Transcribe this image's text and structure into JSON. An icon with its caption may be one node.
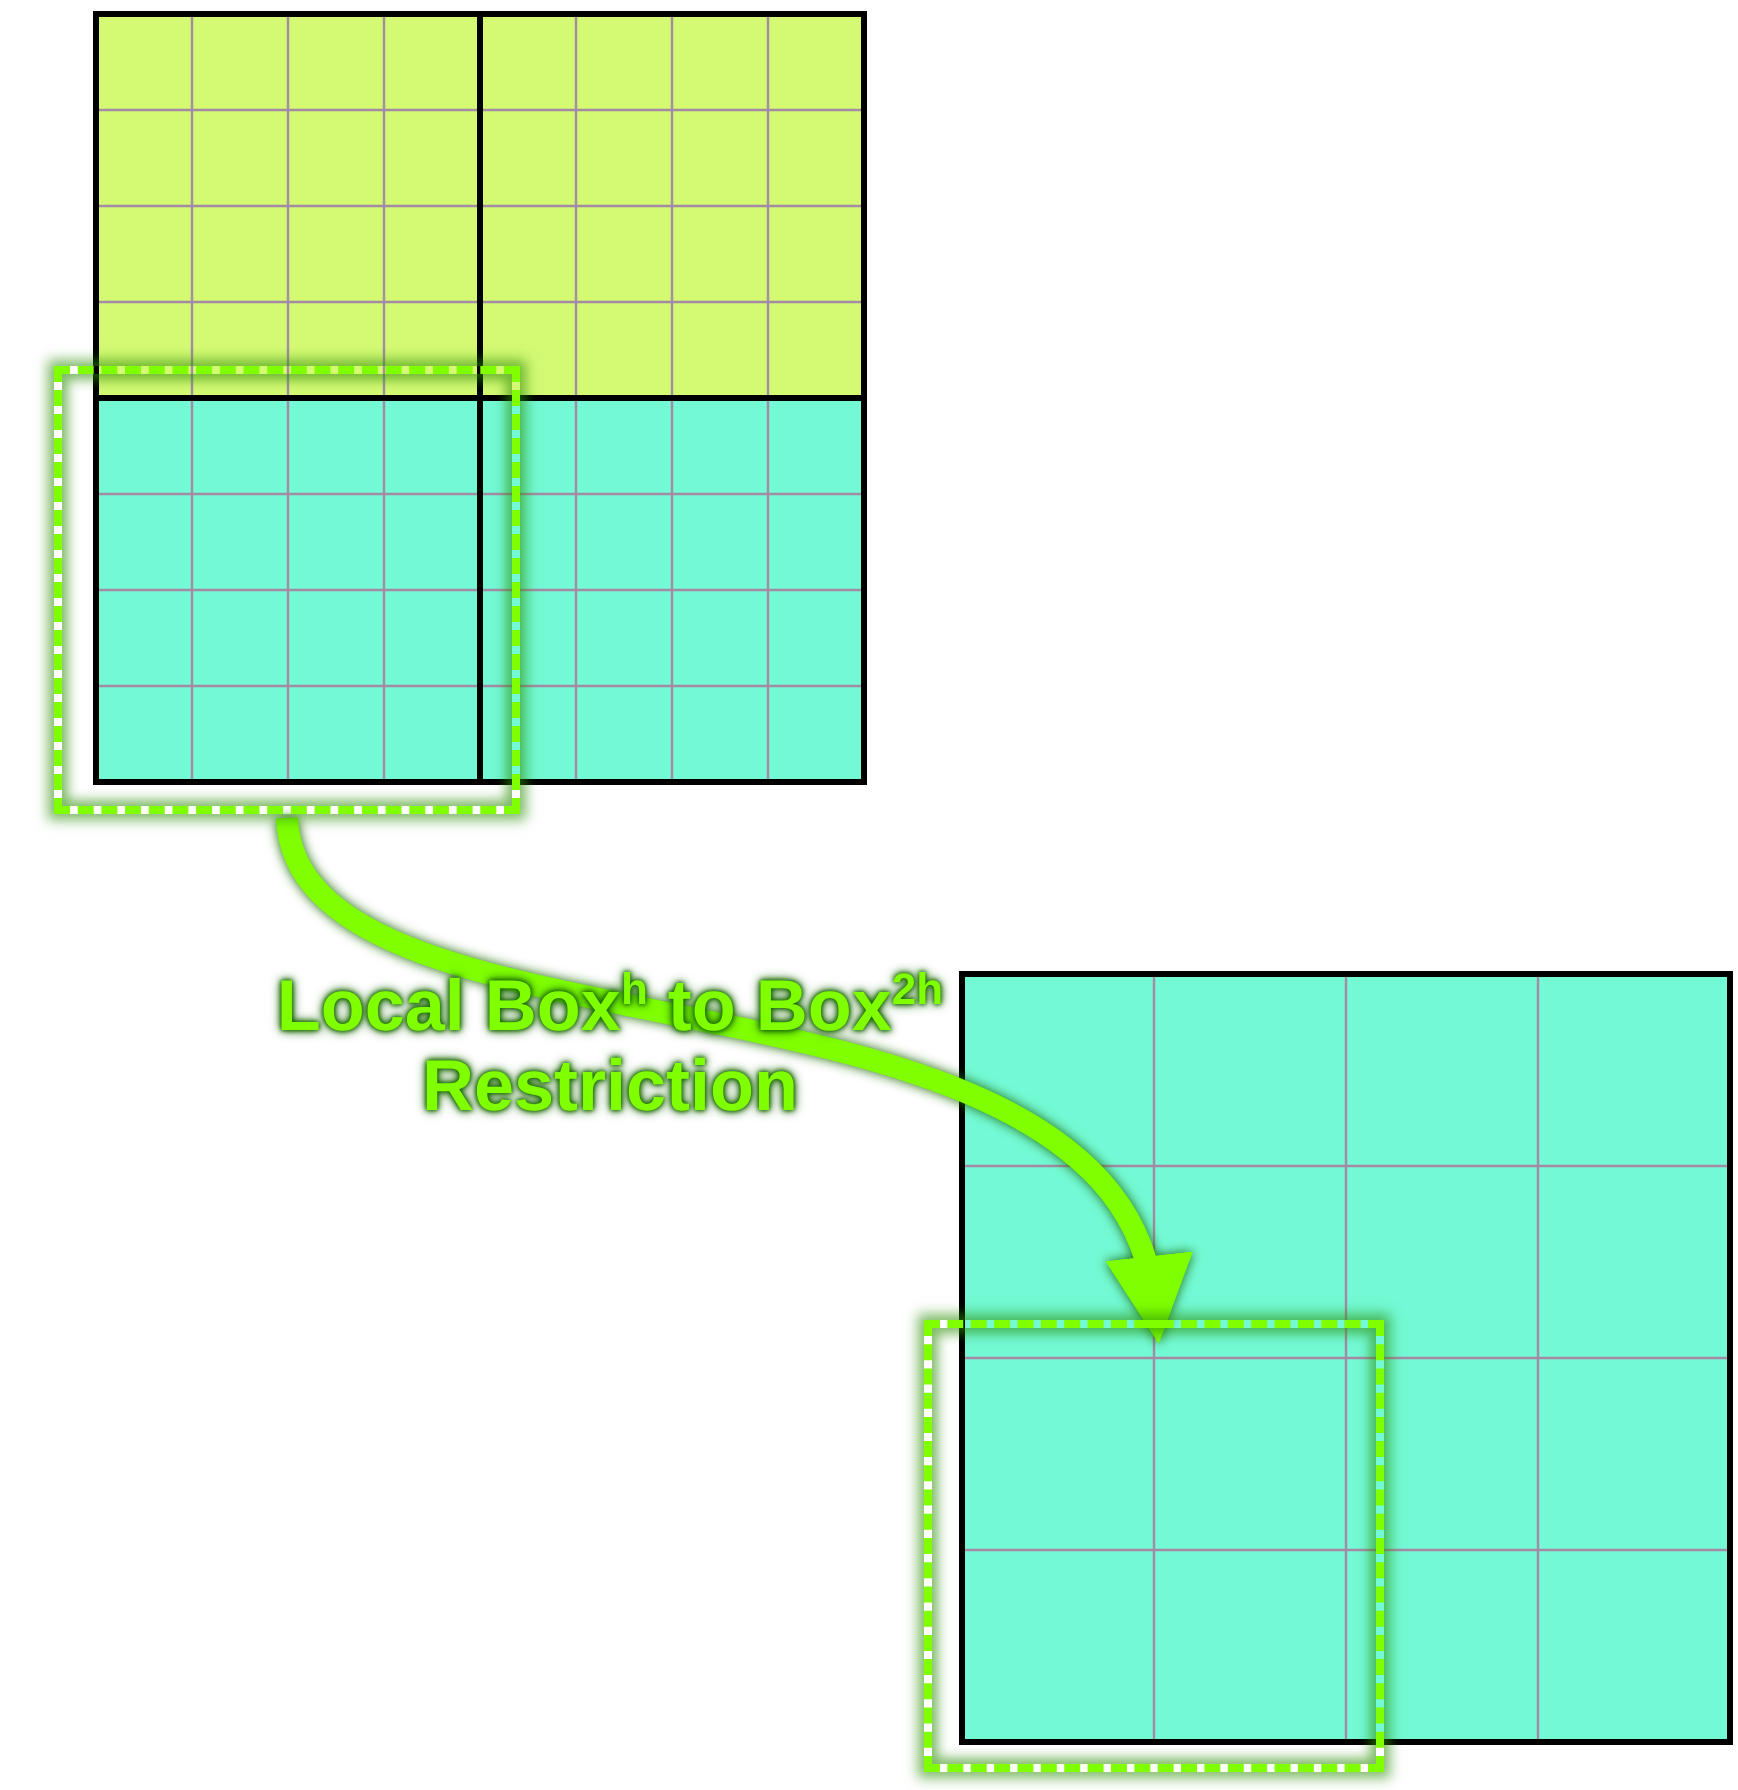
{
  "diagram": {
    "nodes": [
      {
        "text": [],
        "shape": "box"
      },
      {
        "text": [],
        "shape": "box"
      }
    ],
    "edges": [
      {
        "from": 0,
        "to": 1,
        "arrow": "to",
        "label": "Local Box$^{h}$ to Box$^{2h}$ Restriction",
        "color": "#7fff00"
      }
    ]
  }
}
